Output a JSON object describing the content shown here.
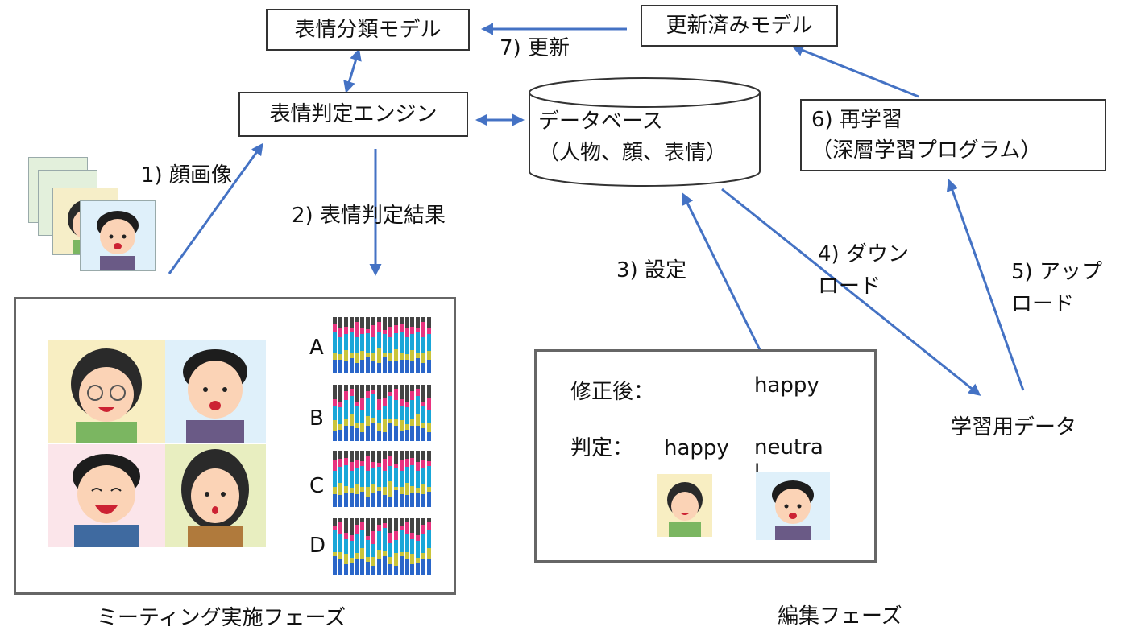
{
  "nodes": {
    "classifier": "表情分類モデル",
    "updated_model": "更新済みモデル",
    "engine": "表情判定エンジン",
    "database_title": "データベース",
    "database_sub": "（人物、顔、表情）",
    "retrain_title": "6) 再学習",
    "retrain_sub": "（深層学習プログラム）",
    "training_data": "学習用データ"
  },
  "edges": {
    "update": "7) 更新",
    "face_image": "1) 顔画像",
    "result": "2) 表情判定結果",
    "setting": "3) 設定",
    "download_1": "4) ダウン",
    "download_2": "ロード",
    "upload_1": "5) アップ",
    "upload_2": "ロード"
  },
  "meeting": {
    "caption": "ミーティング実施フェーズ",
    "participants": [
      "A",
      "B",
      "C",
      "D"
    ]
  },
  "edit": {
    "caption": "編集フェーズ",
    "corrected_label": "修正後：",
    "corrected_value": "happy",
    "judged_label": "判定：",
    "judged_value_1": "happy",
    "judged_value_2": "neutra l"
  },
  "colors": {
    "arrow": "#4472c4",
    "bar_palette": [
      "#444444",
      "#e8337f",
      "#19a6d8",
      "#c9c43a",
      "#2a66c9"
    ]
  }
}
